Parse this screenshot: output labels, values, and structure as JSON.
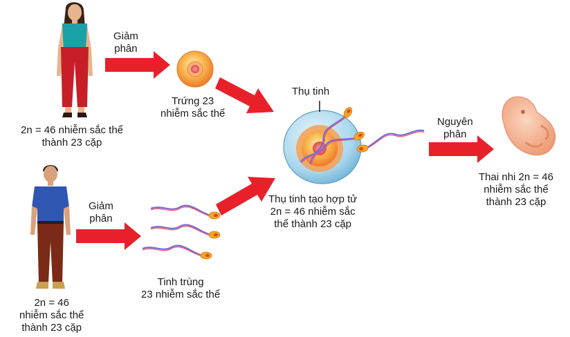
{
  "colors": {
    "arrow": "#e8202a",
    "egg": "#f28a3a",
    "cell": "#9fd0ea",
    "fetus": "#f3a882",
    "text": "#1a1a1a"
  },
  "labels": {
    "meiosis_female_line1": "Giảm",
    "meiosis_female_line2": "phân",
    "egg_line1": "Trứng 23",
    "egg_line2": "nhiễm sắc thể",
    "female_line1": "2n = 46 nhiễm sắc thể",
    "female_line2": "thành 23 cặp",
    "meiosis_male_line1": "Giảm",
    "meiosis_male_line2": "phân",
    "sperm_line1": "Tinh trùng",
    "sperm_line2": "23 nhiễm sắc thể",
    "male_line1": "2n = 46",
    "male_line2": "nhiễm sắc thể",
    "male_line3": "thành 23 cặp",
    "fertilization": "Thụ tinh",
    "zygote_line1": "Thụ tinh tạo hợp tử",
    "zygote_line2": "2n = 46 nhiễm sắc",
    "zygote_line3": "thể thành 23 cặp",
    "mitosis_line1": "Nguyên",
    "mitosis_line2": "phân",
    "fetus_line1": "Thai nhi 2n = 46",
    "fetus_line2": "nhiễm sắc thể",
    "fetus_line3": "thành 23 cặp"
  }
}
